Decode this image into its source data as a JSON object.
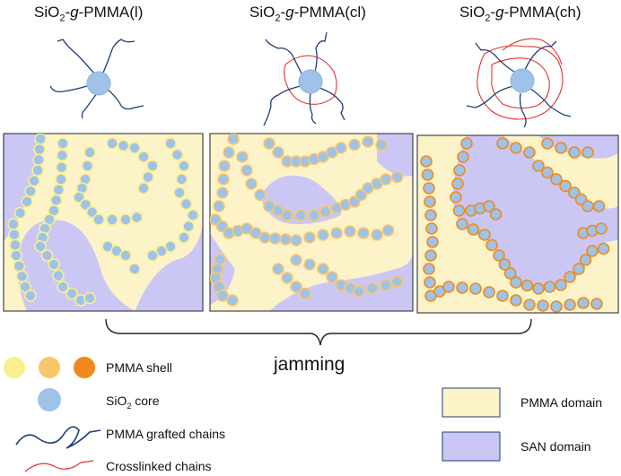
{
  "titles": [
    {
      "prefix": "SiO",
      "sub": "2",
      "dash1": "-",
      "g": "g",
      "rest": "-PMMA(l)"
    },
    {
      "prefix": "SiO",
      "sub": "2",
      "dash1": "-",
      "g": "g",
      "rest": "-PMMA(cl)"
    },
    {
      "prefix": "SiO",
      "sub": "2",
      "dash1": "-",
      "g": "g",
      "rest": "-PMMA(ch)"
    }
  ],
  "jamming_label": "jamming",
  "legend": {
    "shell": "PMMA shell",
    "core_prefix": "SiO",
    "core_sub": "2",
    "core_suffix": " core",
    "grafted": "PMMA grafted chains",
    "crosslinked": "Crosslinked chains",
    "pmma_domain": "PMMA domain",
    "san_domain": "SAN domain"
  },
  "colors": {
    "pmma_domain": "#fdf3c8",
    "san_domain": "#cbc7f5",
    "core": "#9ec2e8",
    "chain_blue": "#1f3f7a",
    "chain_red": "#e0332f",
    "shell_light": "#f9ef8c",
    "shell_mid": "#fac66a",
    "shell_dark": "#f08a1c"
  }
}
